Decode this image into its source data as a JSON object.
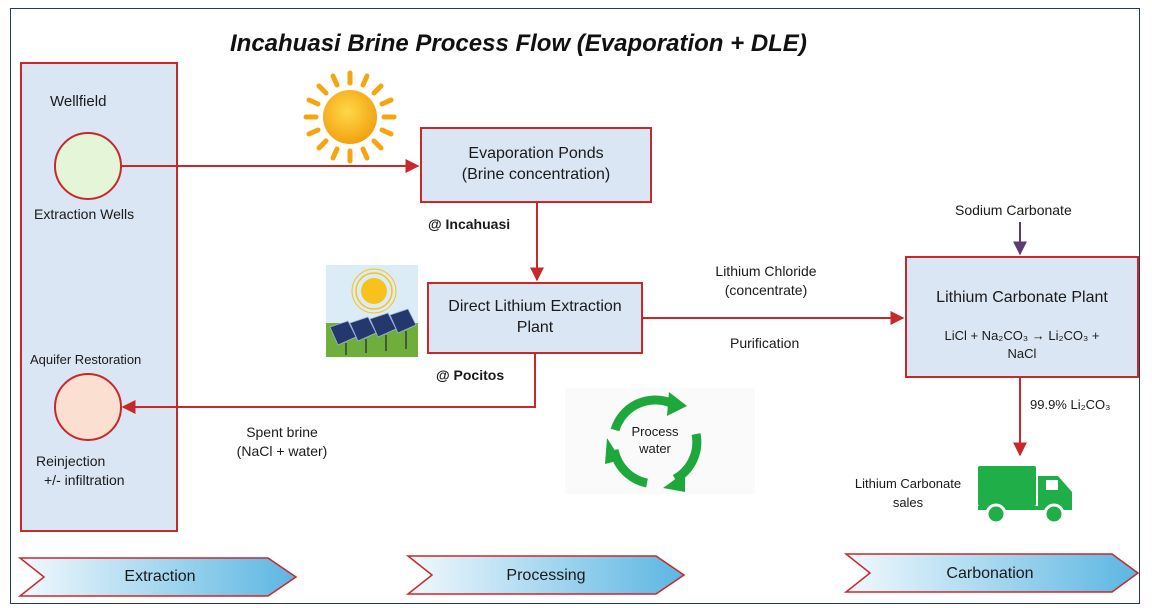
{
  "title": "Incahuasi Brine Process Flow (Evaporation + DLE)",
  "extraction_column": {
    "wellfield_label": "Wellfield",
    "extraction_wells_label": "Extraction Wells",
    "aquifer_restoration_label": "Aquifer Restoration",
    "reinjection_line1": "Reinjection",
    "reinjection_line2": "+/- infiltration"
  },
  "evaporation_ponds": {
    "line1": "Evaporation Ponds",
    "line2": "(Brine concentration)",
    "location": "@ Incahuasi"
  },
  "dle_plant": {
    "line1": "Direct Lithium Extraction",
    "line2": "Plant",
    "location": "@ Pocitos"
  },
  "carbonate_plant": {
    "title": "Lithium Carbonate Plant",
    "eq_line1": "LiCl + Na₂CO₃ → Li₂CO₃ +",
    "eq_line2": "NaCl"
  },
  "flows": {
    "lithium_chloride_line1": "Lithium Chloride",
    "lithium_chloride_line2": "(concentrate)",
    "purification": "Purification",
    "sodium_carbonate": "Sodium Carbonate",
    "purity": "99.9% Li₂CO₃",
    "spent_brine_line1": "Spent brine",
    "spent_brine_line2": "(NaCl + water)",
    "sales_line1": "Lithium Carbonate",
    "sales_line2": "sales"
  },
  "process_water": {
    "line1": "Process",
    "line2": "water"
  },
  "stages": [
    "Extraction",
    "Processing",
    "Carbonation"
  ],
  "icons": [
    "sun-icon",
    "solar-panel-icon",
    "recycle-icon",
    "truck-icon"
  ],
  "colors": {
    "box_fill": "#dae6f3",
    "box_border": "#c8282a",
    "arrow": "#c8282a",
    "sodium_arrow": "#5b3a78",
    "well_green": "#e5f5d8",
    "well_green_border": "#c8282a",
    "reinjection_fill": "#fbe0d2",
    "truck_green": "#1fae47",
    "recycle_green": "#1ea83c",
    "sun_yellow": "#f7c21b",
    "chevron_light": "#e8f4fb",
    "chevron_dark": "#5bb6e2"
  }
}
